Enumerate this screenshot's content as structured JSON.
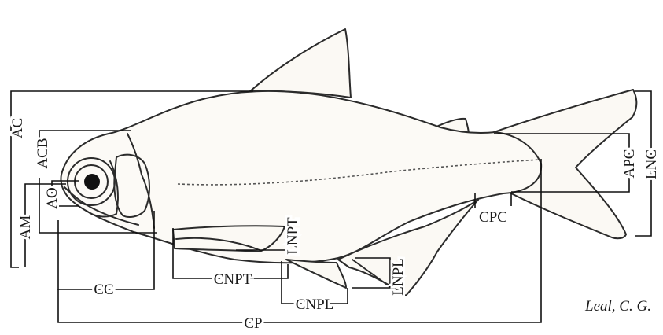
{
  "figure": {
    "labels": {
      "ac": "AC",
      "acb": "ACB",
      "am": "AM",
      "ao": "AO",
      "cc": "CC",
      "cnpt": "CNPT",
      "lnpt": "LNPT",
      "cnpl": "CNPL",
      "lnpl": "LNPL",
      "cp": "CP",
      "cpc": "CPC",
      "apc": "APC",
      "lnc": "LNC"
    },
    "credit": "Leal, C. G."
  }
}
